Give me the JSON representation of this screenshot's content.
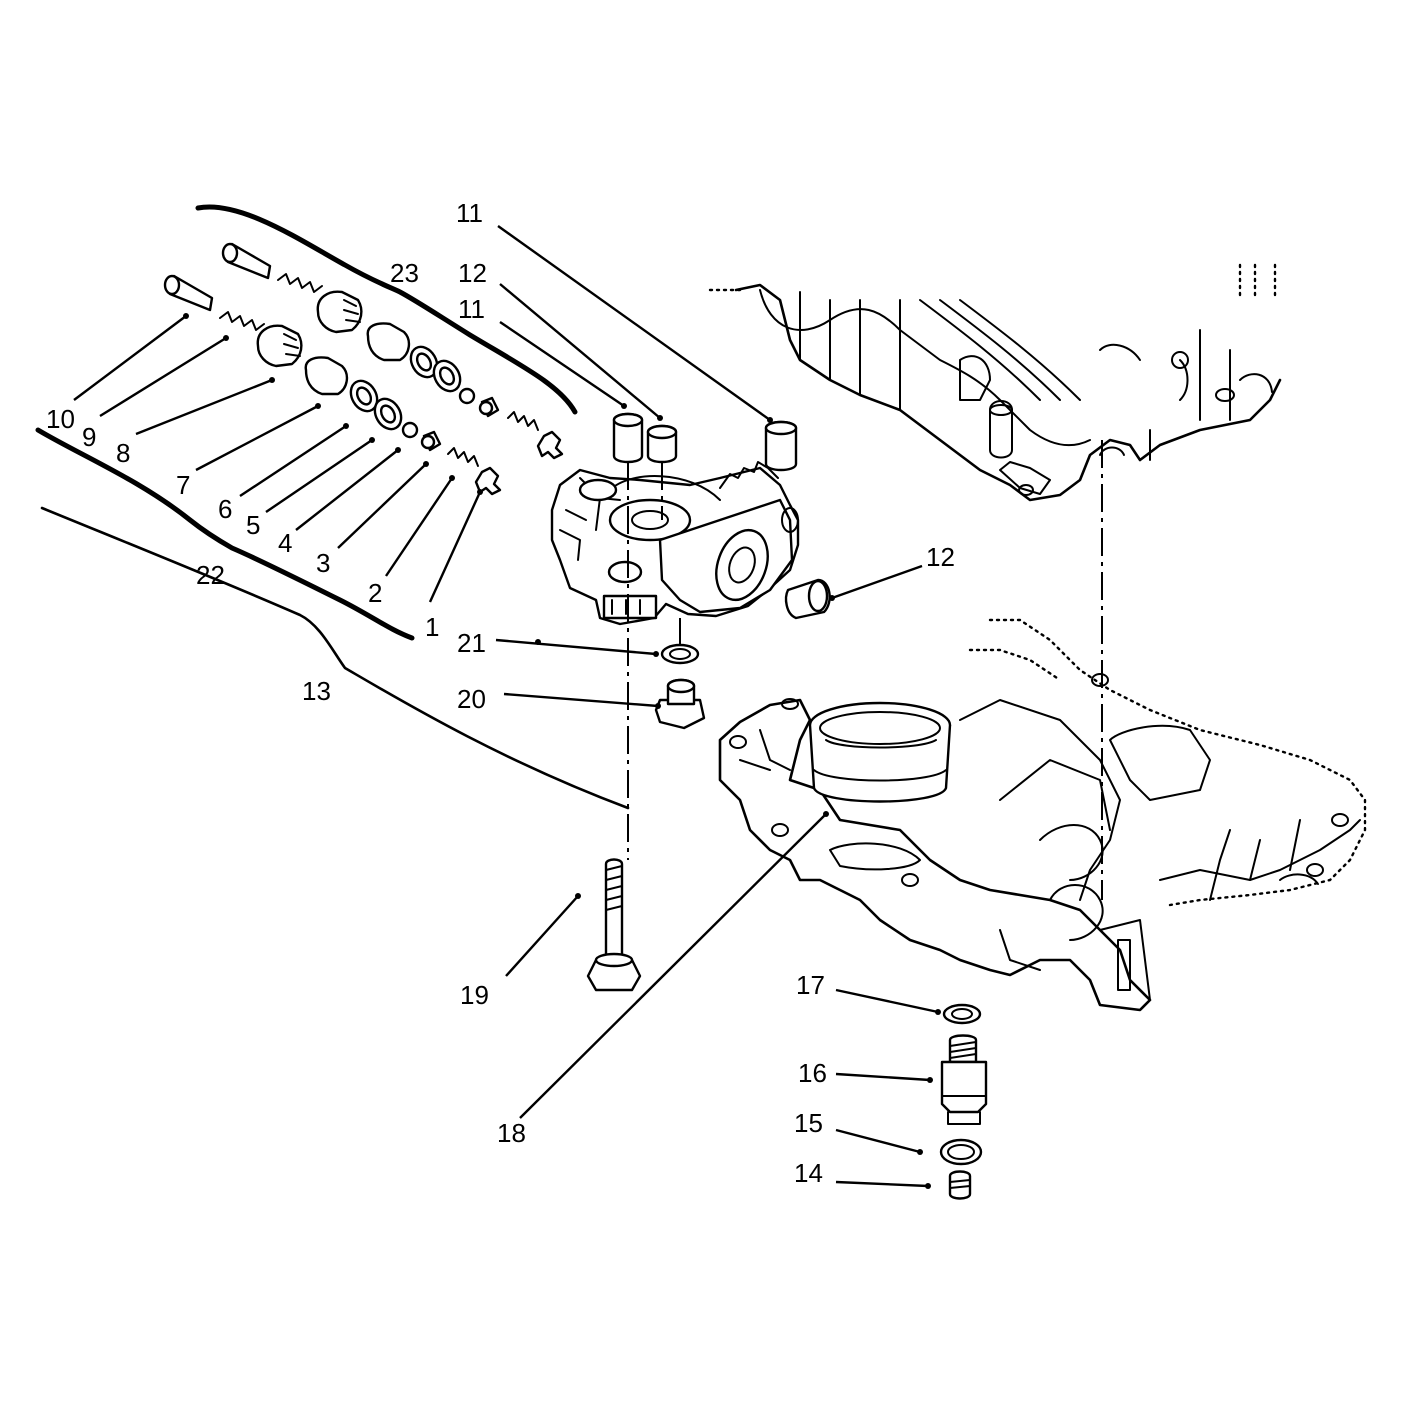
{
  "diagram": {
    "callouts": [
      {
        "id": "c1",
        "label": "1"
      },
      {
        "id": "c2",
        "label": "2"
      },
      {
        "id": "c3",
        "label": "3"
      },
      {
        "id": "c4",
        "label": "4"
      },
      {
        "id": "c5",
        "label": "5"
      },
      {
        "id": "c6",
        "label": "6"
      },
      {
        "id": "c7",
        "label": "7"
      },
      {
        "id": "c8",
        "label": "8"
      },
      {
        "id": "c9",
        "label": "9"
      },
      {
        "id": "c10",
        "label": "10"
      },
      {
        "id": "c11a",
        "label": "11"
      },
      {
        "id": "c11b",
        "label": "11"
      },
      {
        "id": "c12a",
        "label": "12"
      },
      {
        "id": "c12b",
        "label": "12"
      },
      {
        "id": "c13",
        "label": "13"
      },
      {
        "id": "c14",
        "label": "14"
      },
      {
        "id": "c15",
        "label": "15"
      },
      {
        "id": "c16",
        "label": "16"
      },
      {
        "id": "c17",
        "label": "17"
      },
      {
        "id": "c18",
        "label": "18"
      },
      {
        "id": "c19",
        "label": "19"
      },
      {
        "id": "c20",
        "label": "20"
      },
      {
        "id": "c21",
        "label": "21"
      },
      {
        "id": "c22",
        "label": "22"
      },
      {
        "id": "c23",
        "label": "23"
      }
    ]
  }
}
